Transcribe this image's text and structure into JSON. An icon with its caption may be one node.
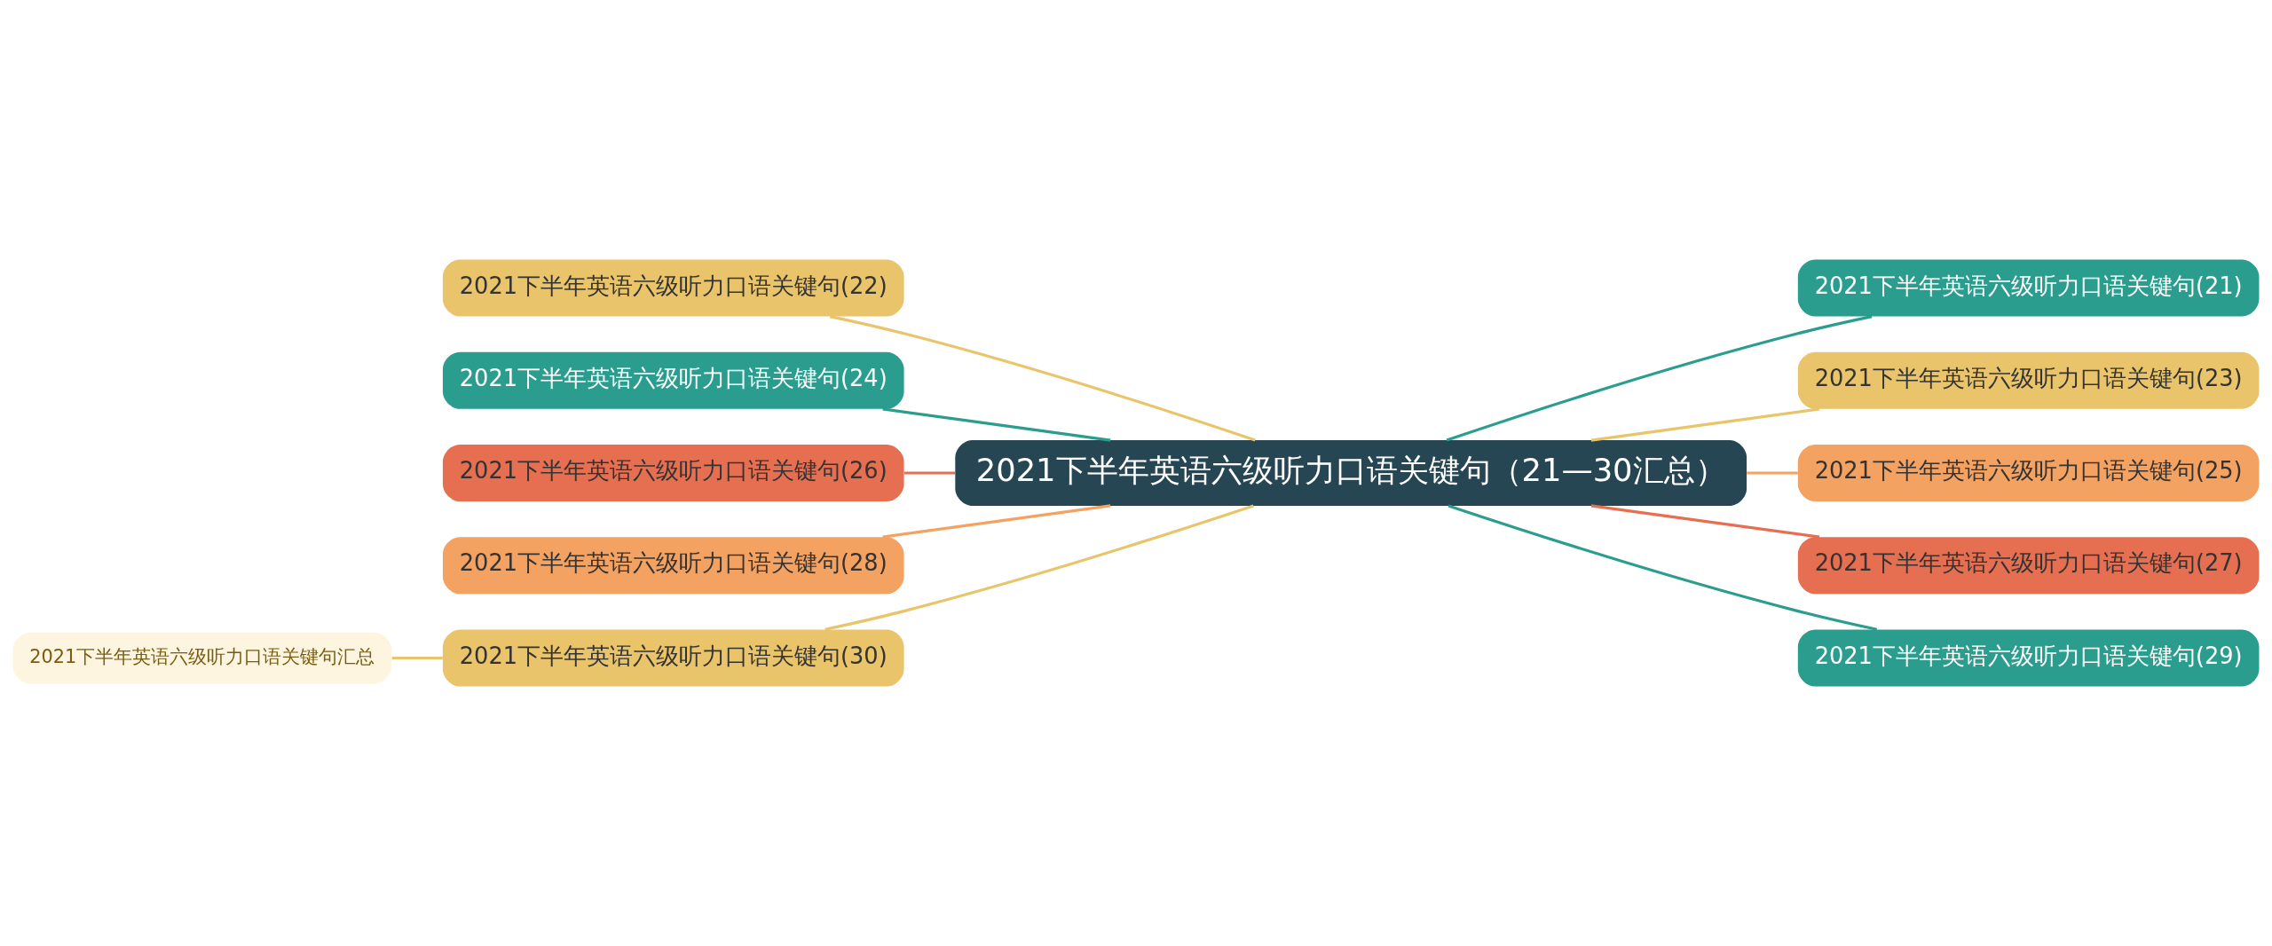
{
  "diagram": {
    "nodes": [
      {
        "text": [
          "2021下半年英语六级听力口语关键句（21—30汇总）"
        ]
      },
      {
        "text": [
          "2021下半年英语六级听力口语关键句(22)"
        ]
      },
      {
        "text": [
          "2021下半年英语六级听力口语关键句(24)"
        ]
      },
      {
        "text": [
          "2021下半年英语六级听力口语关键句(26)"
        ]
      },
      {
        "text": [
          "2021下半年英语六级听力口语关键句(28)"
        ]
      },
      {
        "text": [
          "2021下半年英语六级听力口语关键句(30)"
        ]
      },
      {
        "text": [
          "2021下半年英语六级听力口语关键句汇总"
        ]
      },
      {
        "text": [
          "2021下半年英语六级听力口语关键句(21)"
        ]
      },
      {
        "text": [
          "2021下半年英语六级听力口语关键句(23)"
        ]
      },
      {
        "text": [
          "2021下半年英语六级听力口语关键句(25)"
        ]
      },
      {
        "text": [
          "2021下半年英语六级听力口语关键句(27)"
        ]
      },
      {
        "text": [
          "2021下半年英语六级听力口语关键句(29)"
        ]
      }
    ],
    "edges": [
      {
        "from": 0,
        "to": 1,
        "arrow": "none"
      },
      {
        "from": 0,
        "to": 2,
        "arrow": "none",
        "color": "#2a9d8f"
      },
      {
        "from": 0,
        "to": 3,
        "arrow": "none",
        "color": "#e76f51"
      },
      {
        "from": 0,
        "to": 4,
        "arrow": "none",
        "color": "#f4a261"
      },
      {
        "from": 0,
        "to": 5,
        "arrow": "none"
      },
      {
        "from": 5,
        "to": 6,
        "arrow": "none"
      },
      {
        "from": 0,
        "to": 7,
        "arrow": "none",
        "color": "#2a9d8f"
      },
      {
        "from": 0,
        "to": 8,
        "arrow": "none"
      },
      {
        "from": 0,
        "to": 9,
        "arrow": "none",
        "color": "#f4a261"
      },
      {
        "from": 0,
        "to": 10,
        "arrow": "none",
        "color": "#e76f51"
      },
      {
        "from": 0,
        "to": 11,
        "arrow": "none",
        "color": "#2a9d8f"
      }
    ]
  }
}
